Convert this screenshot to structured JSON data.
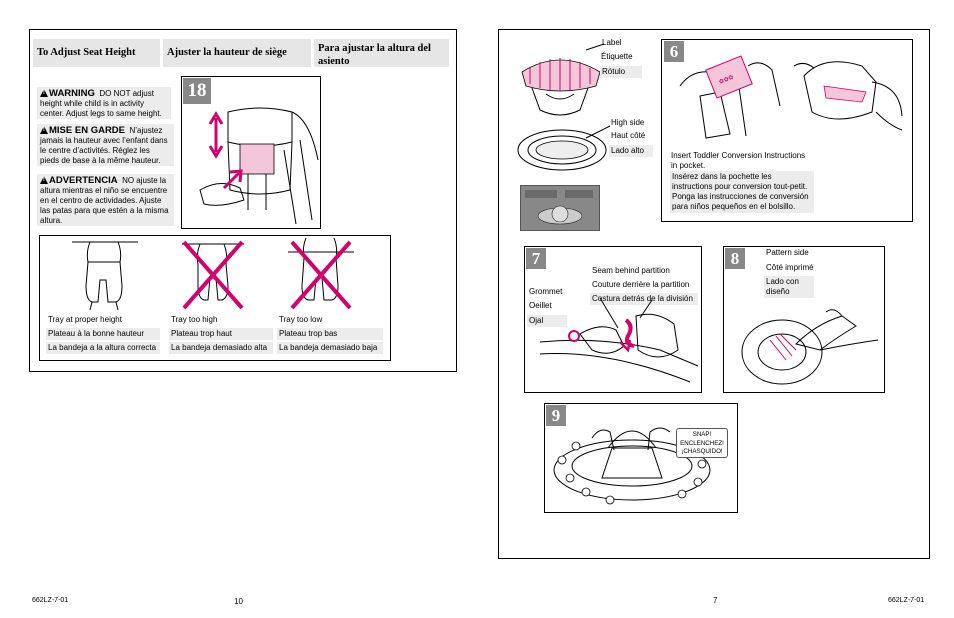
{
  "left_page": {
    "headers": {
      "en": "To Adjust Seat Height",
      "fr": "Ajuster la hauteur de siège",
      "es": "Para ajustar la altura del asiento"
    },
    "warnings": {
      "en_title": "WARNING",
      "en_text": "DO NOT adjust height while child is in activity center. Adjust legs to same height.",
      "fr_title": "MISE EN GARDE",
      "fr_text": "N’ajustez jamais la hauteur avec l’enfant dans le centre d’activités. Réglez les pieds de base à la même hauteur.",
      "es_title": "ADVERTENCIA",
      "es_text": "NO ajuste la altura mientras el niño se encuentre en el centro de actividades. Ajuste las patas para que estén a la misma altura."
    },
    "step_18": "18",
    "tray_labels": {
      "proper": {
        "en": "Tray at proper height",
        "fr": "Plateau à la bonne hauteur",
        "es": "La bandeja a la altura correcta"
      },
      "high": {
        "en": "Tray too high",
        "fr": "Plateau trop haut",
        "es": "La bandeja demasiado alta"
      },
      "low": {
        "en": "Tray too low",
        "fr": "Plateau trop bas",
        "es": "La bandeja demasiado baja"
      }
    },
    "footer_code": "662LZ-7-01",
    "page_number": "10"
  },
  "right_page": {
    "top_labels": {
      "label": {
        "en": "Label",
        "fr": "Étiquette",
        "es": "Rótulo"
      },
      "high_side": {
        "en": "High side",
        "fr": "Haut côté",
        "es": "Lado alto"
      }
    },
    "step_6": {
      "num": "6",
      "en": "Insert Toddler Conversion Instructions in pocket.",
      "fr": "Insérez dans la pochette les instructions pour conversion tout-petit.",
      "es": "Ponga las instrucciones de conversión para niños pequeños en el bolsillo."
    },
    "step_7": {
      "num": "7",
      "grommet": {
        "en": "Grommet",
        "fr": "Oeillet",
        "es": "Ojal"
      },
      "seam": {
        "en": "Seam behind partition",
        "fr": "Couture derrière la partition",
        "es": "Costura detrás de la división"
      }
    },
    "step_8": {
      "num": "8",
      "pattern": {
        "en": "Pattern side",
        "fr": "Côté imprimé",
        "es": "Lado con diseño"
      }
    },
    "step_9": {
      "num": "9",
      "snap": {
        "en": "SNAP!",
        "fr": "ENCLENCHEZ!",
        "es": "¡CHASQUIDO!"
      }
    },
    "page_number": "7",
    "footer_code": "662LZ-7-01"
  },
  "colors": {
    "accent": "#d4006b",
    "label_bg": "#ececec",
    "header_bg": "#e6e6e6",
    "number_bg": "#888888"
  }
}
